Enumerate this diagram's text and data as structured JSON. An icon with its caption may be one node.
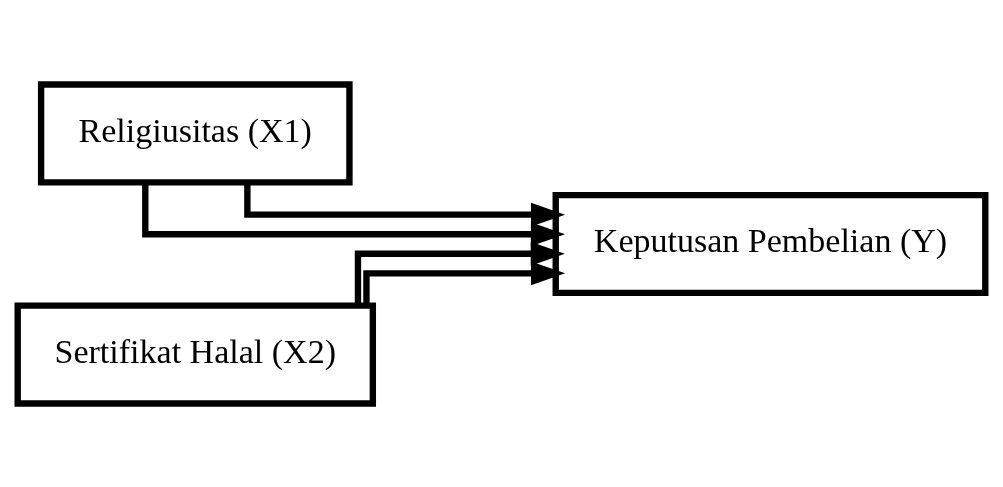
{
  "diagram": {
    "nodes": [
      {
        "text": [
          "Religiusitas (X1)"
        ]
      },
      {
        "text": [
          "Sertifikat Halal (X2)"
        ]
      },
      {
        "text": [
          "Keputusan Pembelian (Y)"
        ]
      }
    ],
    "edges": [
      {
        "from": 0,
        "to": 2,
        "arrow": "to"
      },
      {
        "from": 1,
        "to": 2,
        "arrow": "to"
      },
      {
        "from": 0,
        "to": 2,
        "arrow": "to"
      },
      {
        "from": 1,
        "to": 2,
        "arrow": "to"
      }
    ]
  }
}
